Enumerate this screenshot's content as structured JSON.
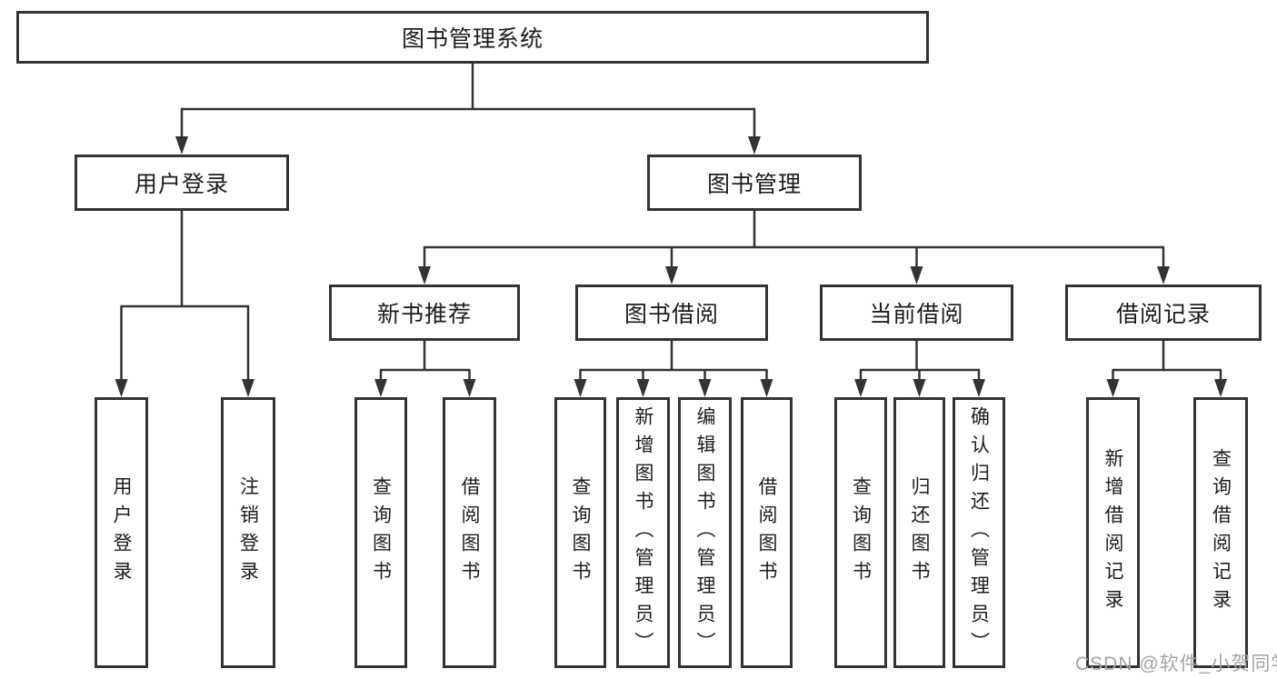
{
  "page": {
    "background_color": "#ffffff",
    "line_color": "#333333",
    "text_color": "#1c1c1c"
  },
  "tree": {
    "root": {
      "label": "图书管理系统",
      "children": [
        {
          "label": "用户登录",
          "children": [
            {
              "label": "用户登录"
            },
            {
              "label": "注销登录"
            }
          ]
        },
        {
          "label": "图书管理",
          "children": [
            {
              "label": "新书推荐",
              "children": [
                {
                  "label": "查询图书"
                },
                {
                  "label": "借阅图书"
                }
              ]
            },
            {
              "label": "图书借阅",
              "children": [
                {
                  "label": "查询图书"
                },
                {
                  "label": "新增图书（管理员）"
                },
                {
                  "label": "编辑图书（管理员）"
                },
                {
                  "label": "借阅图书"
                }
              ]
            },
            {
              "label": "当前借阅",
              "children": [
                {
                  "label": "查询图书"
                },
                {
                  "label": "归还图书"
                },
                {
                  "label": "确认归还（管理员）"
                }
              ]
            },
            {
              "label": "借阅记录",
              "children": [
                {
                  "label": "新增借阅记录"
                },
                {
                  "label": "查询借阅记录"
                }
              ]
            }
          ]
        }
      ]
    }
  },
  "watermark": {
    "text": "CSDN @软件_小贺同学",
    "color": "#a3a3a8"
  }
}
